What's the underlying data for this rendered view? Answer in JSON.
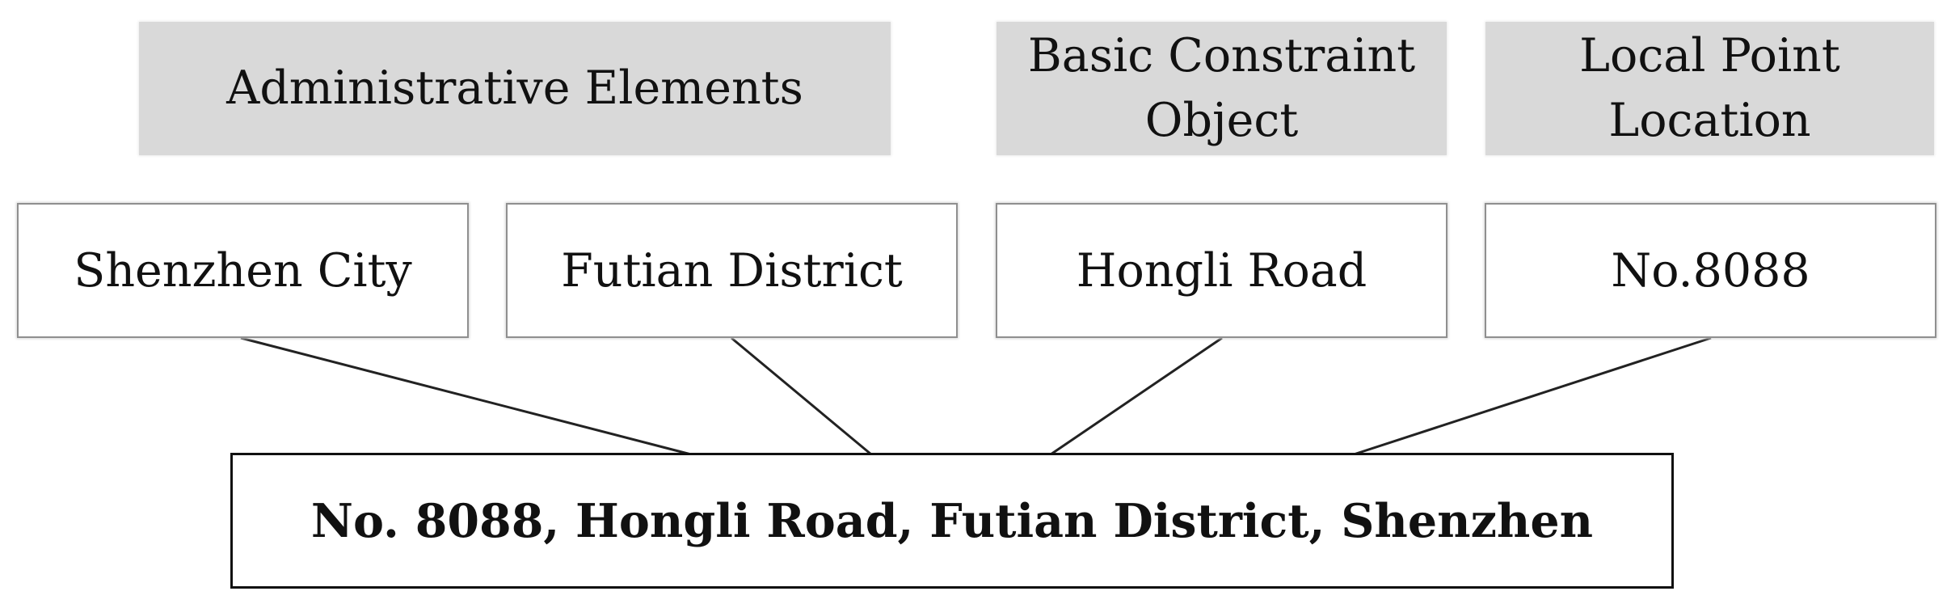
{
  "categories": {
    "administrative": "Administrative Elements",
    "basic_constraint": "Basic Constraint\nObject",
    "local_point": "Local Point\nLocation"
  },
  "components": {
    "city": "Shenzhen City",
    "district": "Futian District",
    "road": "Hongli Road",
    "number": "No.8088"
  },
  "result": {
    "address": "No. 8088, Hongli Road, Futian District, Shenzhen"
  }
}
